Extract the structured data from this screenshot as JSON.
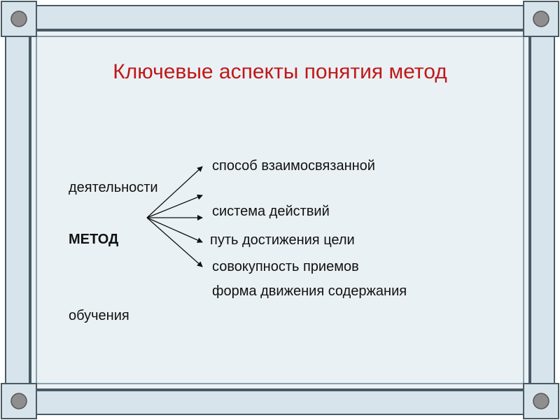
{
  "slide": {
    "title": "Ключевые аспекты понятия метод",
    "method_label": "МЕТОД",
    "aspects": [
      {
        "line1": "способ взаимосвязанной",
        "line2": "деятельности"
      },
      {
        "line1": "система действий"
      },
      {
        "line1": "путь достижения цели"
      },
      {
        "line1": "совокупность приемов"
      },
      {
        "line1": "форма движения  содержания",
        "line2": "обучения"
      }
    ]
  },
  "colors": {
    "title": "#c01818",
    "frame": "#d7e4ec",
    "frame_edge": "#4a5a64",
    "background": "#eaf1f5"
  }
}
